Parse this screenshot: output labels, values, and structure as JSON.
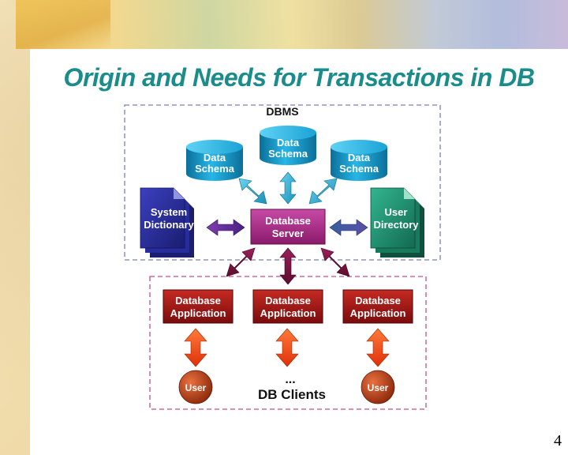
{
  "slide": {
    "title": "Origin and Needs for Transactions in DB",
    "page_number": "4"
  },
  "diagram": {
    "dbms_label": "DBMS",
    "schemas": [
      {
        "line1": "Data",
        "line2": "Schema"
      },
      {
        "line1": "Data",
        "line2": "Schema"
      },
      {
        "line1": "Data",
        "line2": "Schema"
      }
    ],
    "system_dictionary": {
      "line1": "System",
      "line2": "Dictionary"
    },
    "user_directory": {
      "line1": "User",
      "line2": "Directory"
    },
    "database_server": {
      "line1": "Database",
      "line2": "Server"
    },
    "applications": [
      {
        "line1": "Database",
        "line2": "Application"
      },
      {
        "line1": "Database",
        "line2": "Application"
      },
      {
        "line1": "Database",
        "line2": "Application"
      }
    ],
    "users": [
      "User",
      "User"
    ],
    "ellipsis": "...",
    "clients_label": "DB Clients",
    "colors": {
      "cylinder": "#1aa6d6",
      "dictionary": "#2a2f9e",
      "directory": "#1f9a76",
      "server": "#b02a8a",
      "application": "#a51616",
      "user": "#c8461c",
      "user_arrow": "#f04b18"
    }
  }
}
